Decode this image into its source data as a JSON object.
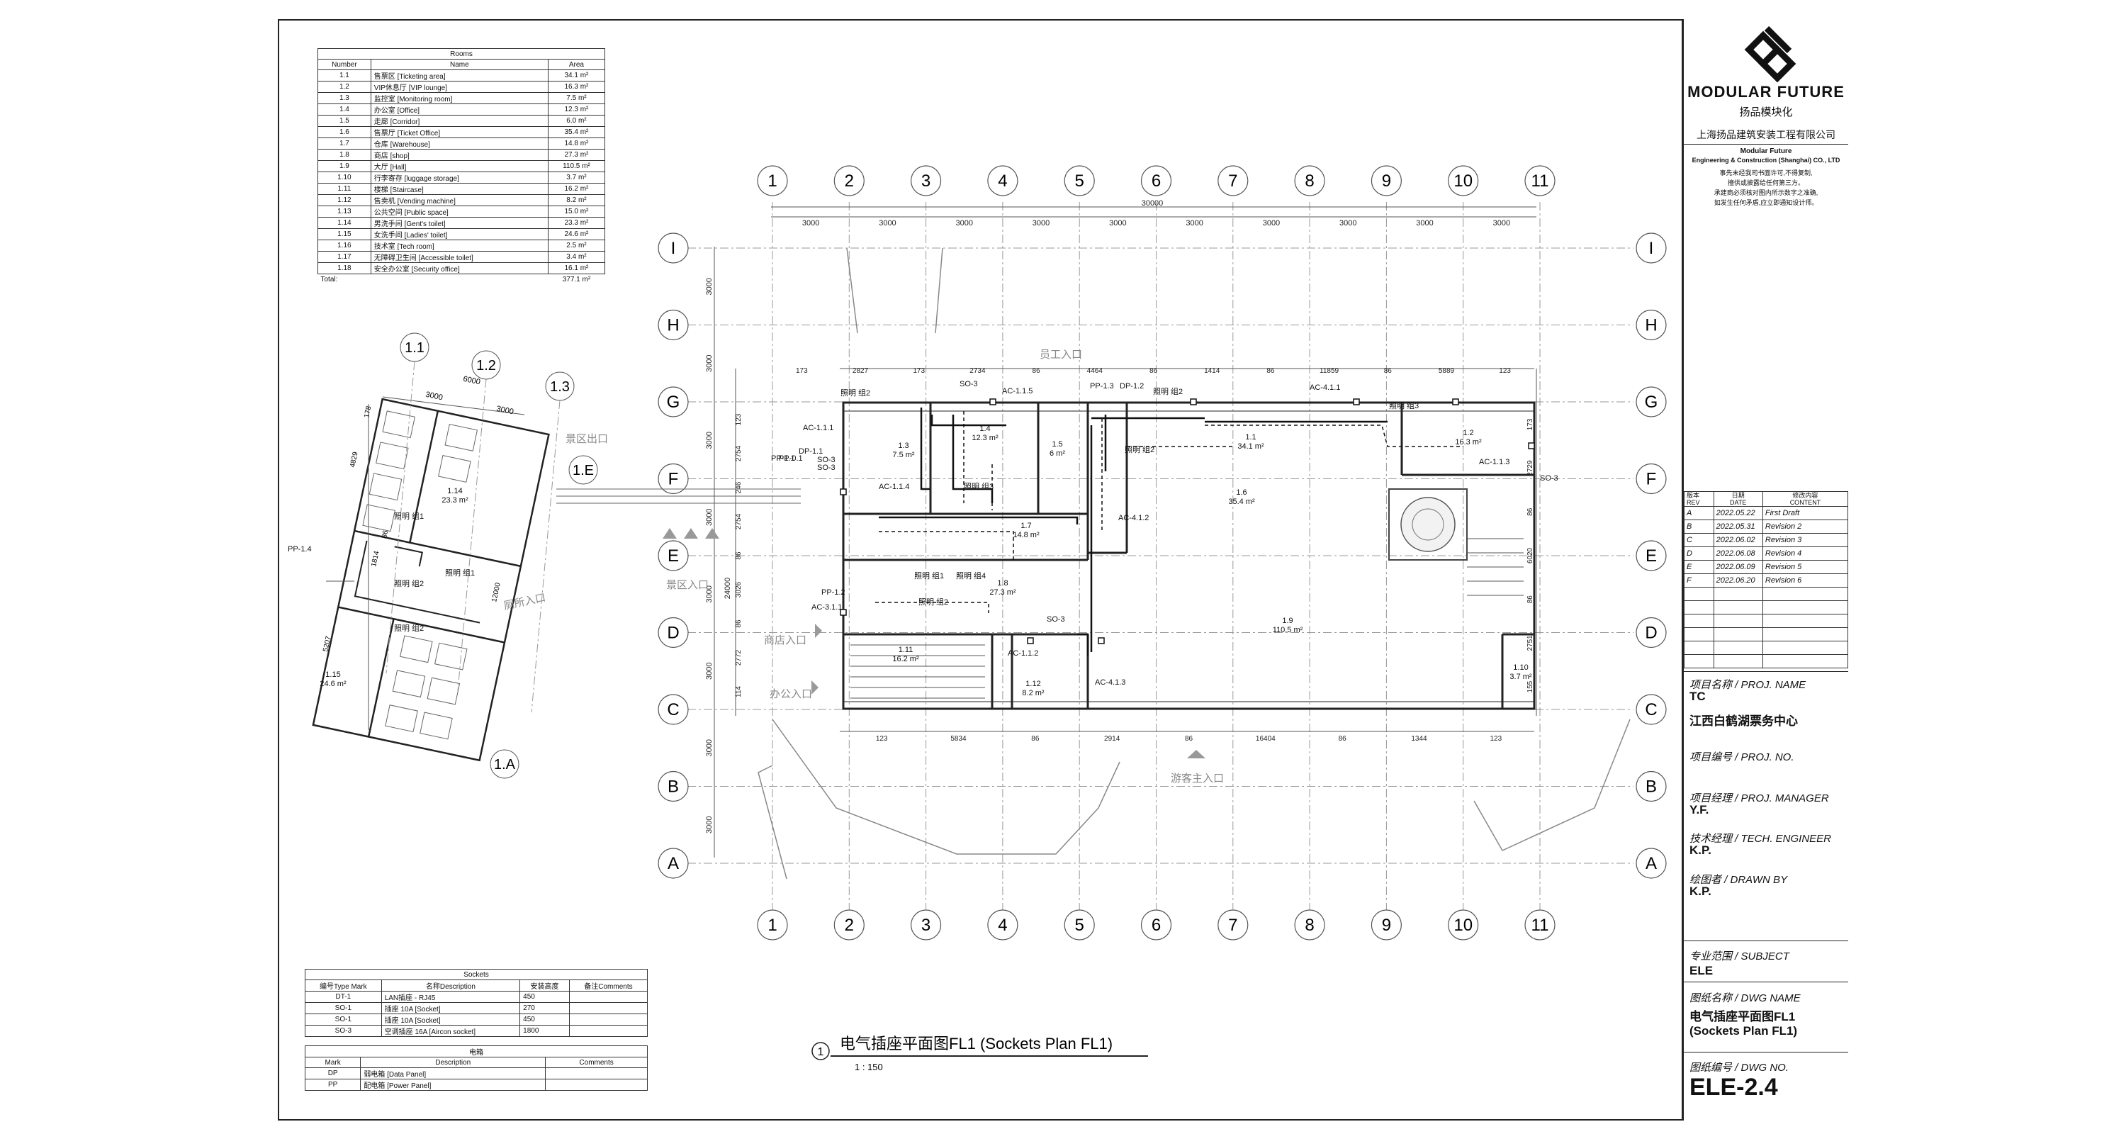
{
  "rooms_schedule": {
    "title": "Rooms",
    "columns": [
      "Number",
      "Name",
      "Area"
    ],
    "rows": [
      [
        "1.1",
        "售票区 [Ticketing area]",
        "34.1 m²"
      ],
      [
        "1.2",
        "VIP休息厅 [VIP lounge]",
        "16.3 m²"
      ],
      [
        "1.3",
        "监控室 [Monitoring room]",
        "7.5 m²"
      ],
      [
        "1.4",
        "办公室 [Office]",
        "12.3 m²"
      ],
      [
        "1.5",
        "走廊 [Corridor]",
        "6.0 m²"
      ],
      [
        "1.6",
        "售票厅 [Ticket Office]",
        "35.4 m²"
      ],
      [
        "1.7",
        "仓库 [Warehouse]",
        "14.8 m²"
      ],
      [
        "1.8",
        "商店 [shop]",
        "27.3 m²"
      ],
      [
        "1.9",
        "大厅 [Hall]",
        "110.5 m²"
      ],
      [
        "1.10",
        "行李寄存 [luggage storage]",
        "3.7 m²"
      ],
      [
        "1.11",
        "楼梯 [Staircase]",
        "16.2 m²"
      ],
      [
        "1.12",
        "售卖机 [Vending machine]",
        "8.2 m²"
      ],
      [
        "1.13",
        "公共空间 [Public space]",
        "15.0 m²"
      ],
      [
        "1.14",
        "男洗手间 [Gent's toilet]",
        "23.3 m²"
      ],
      [
        "1.15",
        "女洗手间 [Ladies' toilet]",
        "24.6 m²"
      ],
      [
        "1.16",
        "技术室 [Tech room]",
        "2.5 m²"
      ],
      [
        "1.17",
        "无障碍卫生间 [Accessible toilet]",
        "3.4 m²"
      ],
      [
        "1.18",
        "安全办公室 [Security office]",
        "16.1 m²"
      ]
    ],
    "total_label": "Total:",
    "total_value": "377.1 m²"
  },
  "sockets_schedule": {
    "title": "Sockets",
    "columns": [
      "编号Type Mark",
      "名称Description",
      "安装高度",
      "备注Comments"
    ],
    "rows": [
      [
        "DT-1",
        "LAN插座 - RJ45",
        "450",
        ""
      ],
      [
        "SO-1",
        "插座 10A [Socket]",
        "270",
        ""
      ],
      [
        "SO-1",
        "插座 10A [Socket]",
        "450",
        ""
      ],
      [
        "SO-3",
        "空调插座 16A [Aircon socket]",
        "1800",
        ""
      ]
    ]
  },
  "panels_schedule": {
    "title": "电箱",
    "columns": [
      "Mark",
      "Description",
      "Comments"
    ],
    "rows": [
      [
        "DP",
        "弱电箱 [Data Panel]",
        ""
      ],
      [
        "PP",
        "配电箱 [Power Panel]",
        ""
      ]
    ]
  },
  "view_title": {
    "number": "1",
    "title": "电气插座平面图FL1 (Sockets Plan FL1)",
    "scale": "1 : 150"
  },
  "grid": {
    "columns": [
      "1",
      "2",
      "3",
      "4",
      "5",
      "6",
      "7",
      "8",
      "9",
      "10",
      "11"
    ],
    "rows": [
      "I",
      "H",
      "G",
      "F",
      "E",
      "D",
      "C",
      "B",
      "A"
    ],
    "column_spacing": [
      "3000",
      "3000",
      "3000",
      "3000",
      "3000",
      "3000",
      "3000",
      "3000",
      "3000",
      "3000"
    ],
    "overall_width": "30000",
    "row_spacing": [
      "3000",
      "3000",
      "3000",
      "3000",
      "3000",
      "3000",
      "3000",
      "3000"
    ],
    "overall_height": "24000"
  },
  "detail_grid": {
    "columns": [
      "1.1",
      "1.2",
      "1.3"
    ],
    "rows": [
      "1.E",
      "1.A"
    ],
    "spacing": [
      "3000",
      "3000"
    ],
    "overall": "6000"
  },
  "entrances": {
    "staff": "员工入口",
    "scenic_exit": "景区出口",
    "scenic_entry": "景区入口",
    "shop": "商店入口",
    "office": "办公入口",
    "visitor_main": "游客主入口",
    "toilet": "厕所入口"
  },
  "plan_labels": {
    "rooms": [
      {
        "id": "1.1",
        "area": "34.1 m²"
      },
      {
        "id": "1.2",
        "area": "16.3 m²"
      },
      {
        "id": "1.3",
        "area": "7.5 m²"
      },
      {
        "id": "1.4",
        "area": "12.3 m²"
      },
      {
        "id": "1.5",
        "area": "6 m²"
      },
      {
        "id": "1.6",
        "area": "35.4 m²"
      },
      {
        "id": "1.7",
        "area": "14.8 m²"
      },
      {
        "id": "1.8",
        "area": "27.3 m²"
      },
      {
        "id": "1.9",
        "area": "110.5 m²"
      },
      {
        "id": "1.10",
        "area": "3.7 m²"
      },
      {
        "id": "1.11",
        "area": "16.2 m²"
      },
      {
        "id": "1.12",
        "area": "8.2 m²"
      },
      {
        "id": "1.14",
        "area": "23.3 m²"
      },
      {
        "id": "1.15",
        "area": "24.6 m²"
      }
    ],
    "tags": [
      "AC-1.1.5",
      "SO-3",
      "AC-1.1.1",
      "DP-1.1",
      "PP-0.1",
      "PP-1.1",
      "SO-3",
      "SO-3",
      "AC-1.1.4",
      "照明 组2",
      "照明 组3",
      "照明 组4",
      "照明 组1",
      "照明 组2",
      "AC-3.1.1",
      "PP-1.2",
      "SO-3",
      "AC-1.1.2",
      "AC-4.1.3",
      "PP-1.3",
      "DP-1.2",
      "照明 组2",
      "AC-4.1.1",
      "照明 组3",
      "AC-4.1.2",
      "AC-1.1.3",
      "SO-3",
      "照明 组2",
      "PP-1.4",
      "照明 组1",
      "照明 组1",
      "照明 组2",
      "照明 组2"
    ],
    "dims_top": [
      "173",
      "2827",
      "173",
      "2734",
      "86",
      "4464",
      "86",
      "1414",
      "86",
      "11859",
      "86",
      "5889",
      "123"
    ],
    "dims_bottom": [
      "123",
      "5834",
      "86",
      "2914",
      "86",
      "16404",
      "86",
      "1344",
      "123"
    ],
    "dims_left": [
      "123",
      "2754",
      "246",
      "2754",
      "86",
      "3026",
      "86",
      "2772",
      "114"
    ],
    "dims_right": [
      "173",
      "2729",
      "86",
      "6020",
      "86",
      "2751",
      "155"
    ],
    "detail_dims": [
      "178",
      "4829",
      "86",
      "1814",
      "5207",
      "12000"
    ]
  },
  "title_block": {
    "brand": "MODULAR FUTURE",
    "brand_cn": "扬品模块化",
    "company_cn": "上海扬品建筑安装工程有限公司",
    "company_en1": "Modular Future",
    "company_en2": "Engineering & Construction (Shanghai) CO., LTD",
    "notice1": "事先未经我司书面许可,不得复制,",
    "notice2": "擅供或披露给任何第三方。",
    "notice3": "承建商必须核对图内所示数字之准确,",
    "notice4": "如发生任何矛盾,应立即通知设计师。",
    "rev_header": {
      "rev_cn": "版本",
      "rev_en": "REV",
      "date_cn": "日期",
      "date_en": "DATE",
      "content_cn": "修改内容",
      "content_en": "CONTENT"
    },
    "revisions": [
      {
        "rev": "A",
        "date": "2022.05.22",
        "content": "First Draft"
      },
      {
        "rev": "B",
        "date": "2022.05.31",
        "content": "Revision 2"
      },
      {
        "rev": "C",
        "date": "2022.06.02",
        "content": "Revision 3"
      },
      {
        "rev": "D",
        "date": "2022.06.08",
        "content": "Revision 4"
      },
      {
        "rev": "E",
        "date": "2022.06.09",
        "content": "Revision 5"
      },
      {
        "rev": "F",
        "date": "2022.06.20",
        "content": "Revision 6"
      }
    ],
    "proj_name_label": "项目名称 / PROJ. NAME",
    "proj_name": "TC",
    "proj_name_cn": "江西白鹤湖票务中心",
    "proj_no_label": "项目编号 / PROJ. NO.",
    "proj_manager_label": "项目经理 / PROJ. MANAGER",
    "proj_manager": "Y.F.",
    "tech_engineer_label": "技术经理 / TECH. ENGINEER",
    "tech_engineer": "K.P.",
    "drawn_by_label": "绘图者 / DRAWN BY",
    "drawn_by": "K.P.",
    "subject_label": "专业范围 / SUBJECT",
    "subject": "ELE",
    "dwg_name_label": "图纸名称 / DWG NAME",
    "dwg_name_1": "电气插座平面图FL1",
    "dwg_name_2": "(Sockets Plan FL1)",
    "dwg_no_label": "图纸编号 / DWG NO.",
    "dwg_no": "ELE-2.4"
  }
}
